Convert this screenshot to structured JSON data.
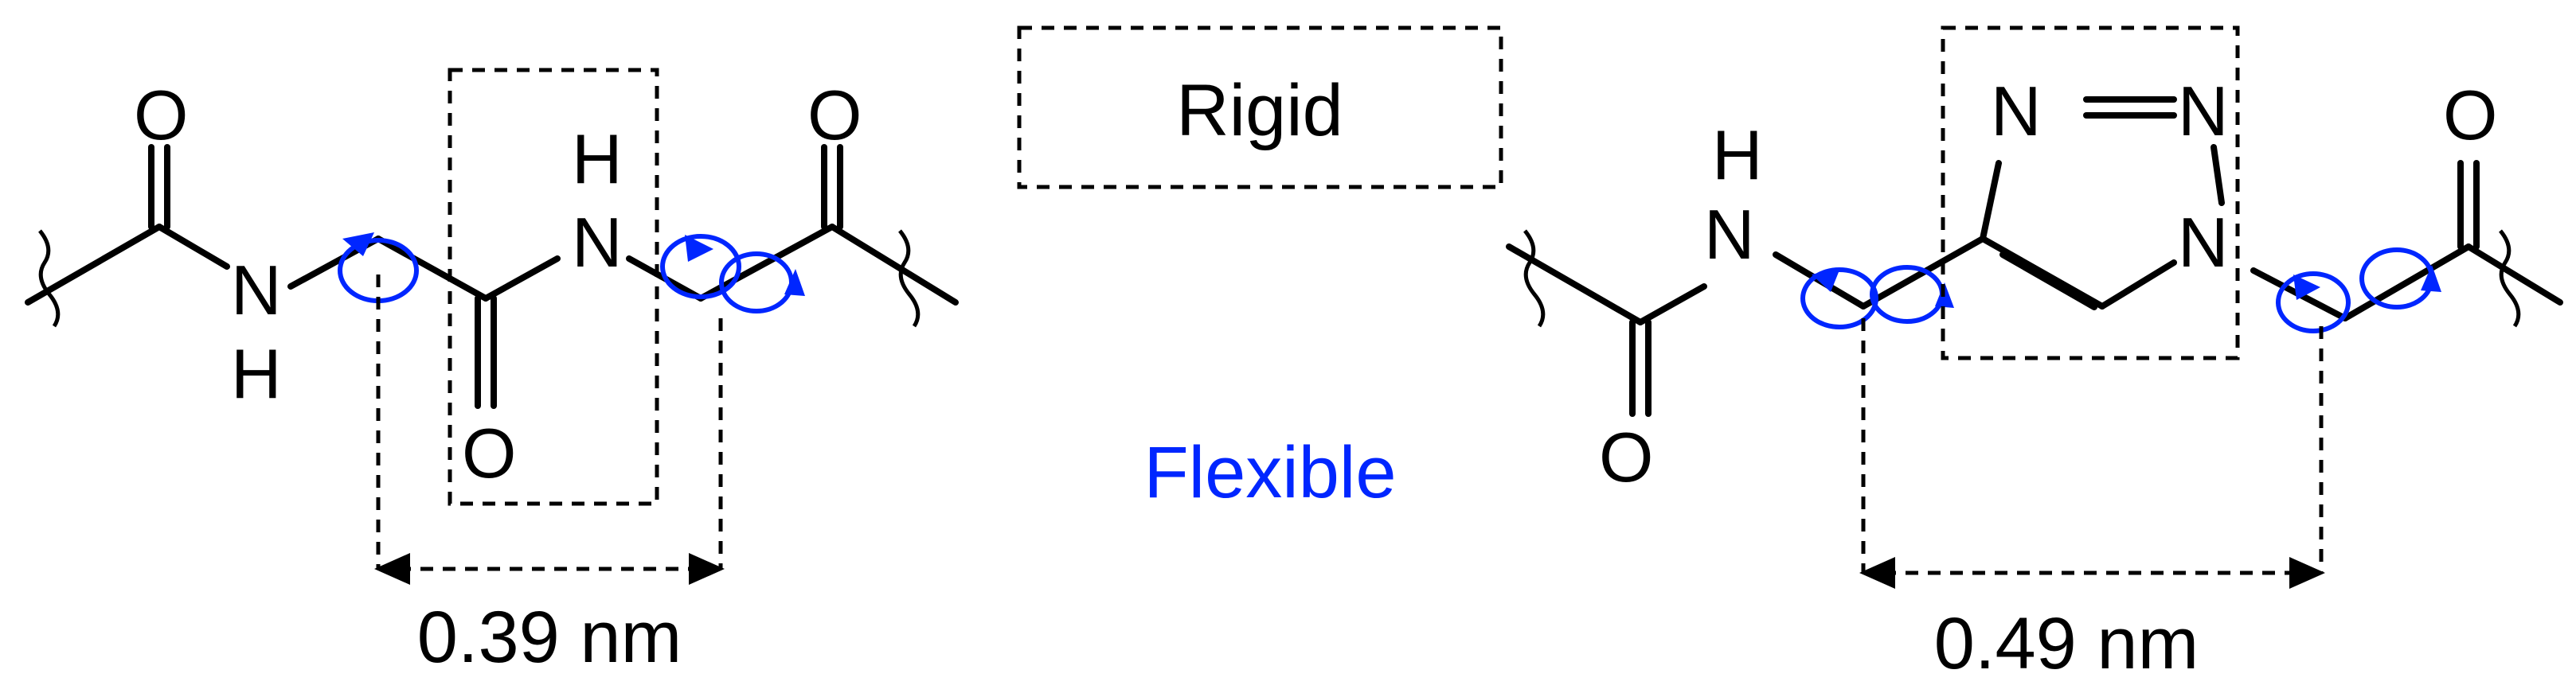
{
  "labels": {
    "rigid": "Rigid",
    "flexible": "Flexible",
    "left_distance": "0.39 nm",
    "right_distance": "0.49 nm"
  },
  "atoms": {
    "oxygen": "O",
    "nitrogen": "N",
    "hydrogen": "H"
  },
  "colors": {
    "flexible_accent": "#0026ff",
    "structure": "#000000"
  }
}
